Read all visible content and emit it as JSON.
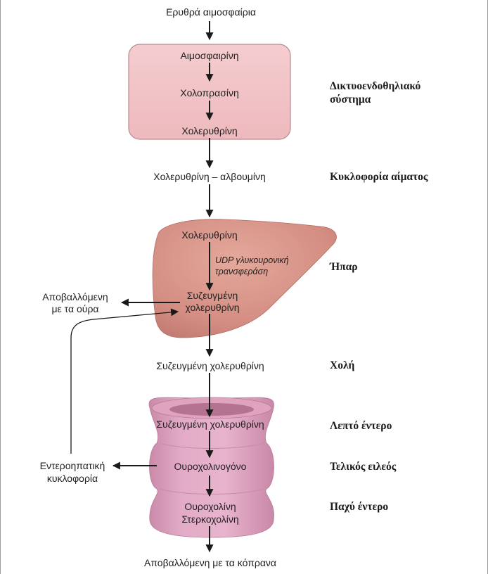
{
  "flow": {
    "erythrocytes": "Ερυθρά αιμοσφαίρια",
    "hemoglobin": "Αιμοσφαιρίνη",
    "biliverdin": "Χολοπρασίνη",
    "bilirubin_box": "Χολερυθρίνη",
    "bilirubin_albumin": "Χολερυθρίνη – αλβουμίνη",
    "liver_bilirubin": "Χολερυθρίνη",
    "enzyme_line1": "UDP γλυκουρονική",
    "enzyme_line2": "τρανσφεράση",
    "conjugated_line1": "Συζευγμένη",
    "conjugated_line2": "χολερυθρίνη",
    "excreted_urine_line1": "Αποβαλλόμενη",
    "excreted_urine_line2": "με τα ούρα",
    "bile_conjugated": "Συζευγμένη χολερυθρίνη",
    "intestine_conjugated": "Συζευγμένη χολερυθρίνη",
    "urobilinogen": "Ουροχολινογόνο",
    "enterohepatic_line1": "Εντεροηπατική",
    "enterohepatic_line2": "κυκλοφορία",
    "urobilin": "Ουροχολίνη",
    "stercobilin": "Στερκοχολίνη",
    "excreted_feces": "Αποβαλλόμενη με τα κόπρανα"
  },
  "side_labels": {
    "reticuloendothelial_line1": "Δικτυοενδοθηλιακό",
    "reticuloendothelial_line2": "σύστημα",
    "blood_circulation": "Κυκλοφορία αίματος",
    "liver": "Ήπαρ",
    "bile": "Χολή",
    "small_intestine": "Λεπτό έντερο",
    "terminal_ileum": "Τελικός ειλεός",
    "large_intestine": "Παχύ έντερο"
  },
  "colors": {
    "box_fill": "#f0c2c6",
    "box_stroke": "#b88a8e",
    "liver_fill": "#d48d82",
    "intestine_fill": "#dd9fbf",
    "arrow": "#1a1a1a"
  }
}
